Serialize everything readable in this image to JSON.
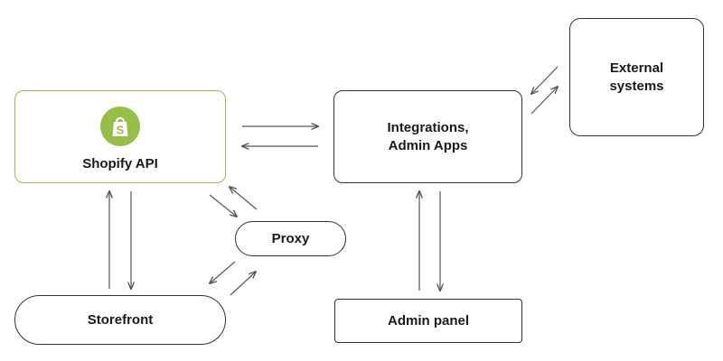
{
  "nodes": {
    "shopify": {
      "label": "Shopify API"
    },
    "integrations": {
      "line1": "Integrations,",
      "line2": "Admin Apps"
    },
    "external": {
      "line1": "External",
      "line2": "systems"
    },
    "proxy": {
      "label": "Proxy"
    },
    "storefront": {
      "label": "Storefront"
    },
    "admin": {
      "label": "Admin panel"
    }
  },
  "colors": {
    "shopify_green": "#95bf47",
    "line": "#555555"
  },
  "edges": [
    {
      "from": "shopify",
      "to": "integrations"
    },
    {
      "from": "integrations",
      "to": "shopify"
    },
    {
      "from": "integrations",
      "to": "external"
    },
    {
      "from": "external",
      "to": "integrations"
    },
    {
      "from": "shopify",
      "to": "proxy"
    },
    {
      "from": "proxy",
      "to": "shopify"
    },
    {
      "from": "proxy",
      "to": "storefront"
    },
    {
      "from": "storefront",
      "to": "proxy"
    },
    {
      "from": "shopify",
      "to": "storefront"
    },
    {
      "from": "storefront",
      "to": "shopify"
    },
    {
      "from": "integrations",
      "to": "admin"
    },
    {
      "from": "admin",
      "to": "integrations"
    }
  ]
}
